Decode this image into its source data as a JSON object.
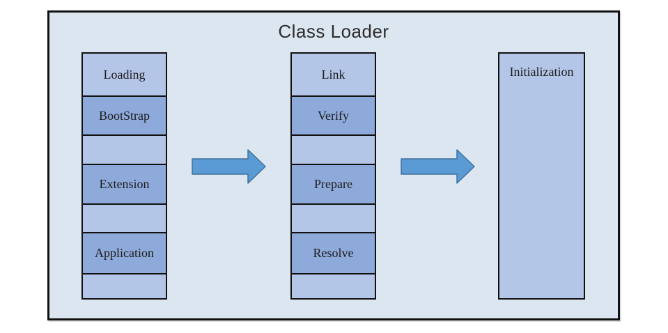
{
  "title": "Class Loader",
  "colors": {
    "frame_background": "#dce6f1",
    "cell_light": "#b4c6e7",
    "cell_dark": "#8eaadb",
    "arrow_fill": "#5b9bd5",
    "arrow_border": "#41719c",
    "box_border": "#111111"
  },
  "columns": [
    {
      "name": "loading",
      "rows": [
        {
          "label": "Loading",
          "variant": "light"
        },
        {
          "label": "BootStrap",
          "variant": "dark"
        },
        {
          "label": "",
          "variant": "light"
        },
        {
          "label": "Extension",
          "variant": "dark"
        },
        {
          "label": "",
          "variant": "light"
        },
        {
          "label": "Application",
          "variant": "dark"
        },
        {
          "label": "",
          "variant": "light"
        }
      ]
    },
    {
      "name": "link",
      "rows": [
        {
          "label": "Link",
          "variant": "light"
        },
        {
          "label": "Verify",
          "variant": "dark"
        },
        {
          "label": "",
          "variant": "light"
        },
        {
          "label": "Prepare",
          "variant": "dark"
        },
        {
          "label": "",
          "variant": "light"
        },
        {
          "label": "Resolve",
          "variant": "dark"
        },
        {
          "label": "",
          "variant": "light"
        }
      ]
    },
    {
      "name": "initialization",
      "rows": [
        {
          "label": "Initialization",
          "variant": "light"
        }
      ]
    }
  ],
  "arrows": [
    {
      "name": "arrow-1",
      "direction": "right"
    },
    {
      "name": "arrow-2",
      "direction": "right"
    }
  ]
}
